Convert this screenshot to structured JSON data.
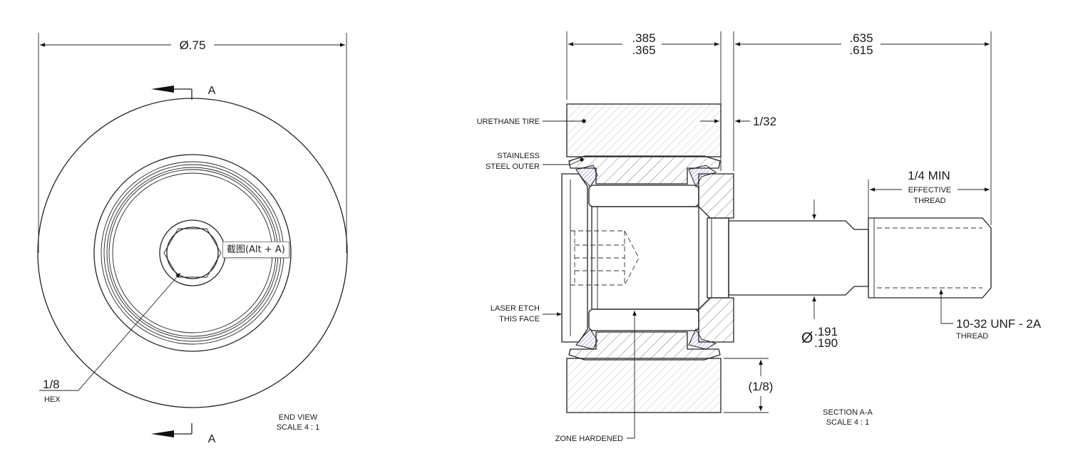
{
  "end_view": {
    "diameter": "Ø.75",
    "section_mark": "A",
    "hex_size": "1/8",
    "hex_label": "HEX",
    "view_title": "END VIEW",
    "view_scale": "SCALE 4 : 1"
  },
  "section_view": {
    "width_upper": ".385",
    "width_lower": ".365",
    "stud_upper": ".635",
    "stud_lower": ".615",
    "offset": "1/32",
    "tire_label": "URETHANE TIRE",
    "outer_label_1": "STAINLESS",
    "outer_label_2": "STEEL OUTER",
    "etch_label_1": "LASER ETCH",
    "etch_label_2": "THIS FACE",
    "zone_label": "ZONE HARDENED",
    "thread_min": "1/4 MIN",
    "thread_eff_1": "EFFECTIVE",
    "thread_eff_2": "THREAD",
    "dia_symbol": "Ø",
    "dia_upper": ".191",
    "dia_lower": ".190",
    "thread_spec": "10-32 UNF - 2A",
    "thread_spec_sub": "THREAD",
    "tire_height": "(1/8)",
    "view_title": "SECTION A-A",
    "view_scale": "SCALE 4 : 1"
  },
  "tooltip": {
    "text": "截图(Alt + A)"
  }
}
